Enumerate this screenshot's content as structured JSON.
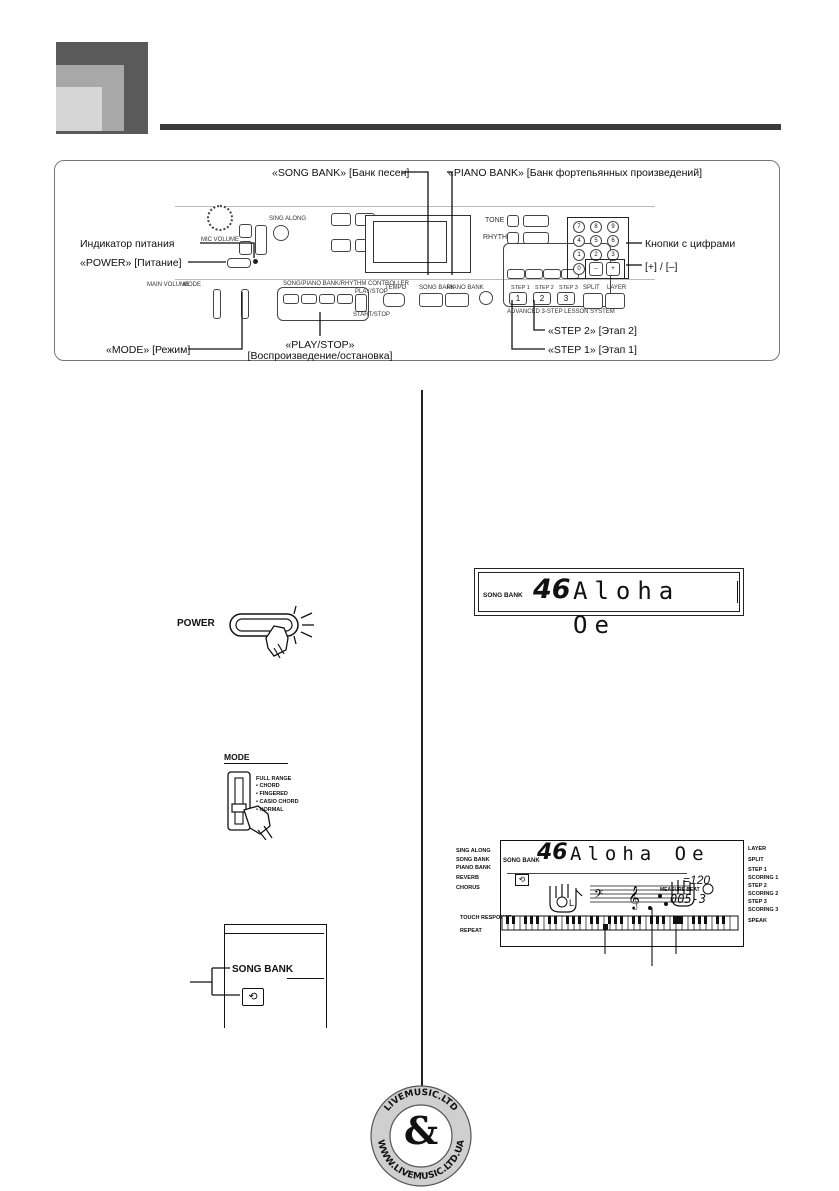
{
  "panel": {
    "callouts": {
      "song_bank": "«SONG BANK» [Банк песен]",
      "piano_bank": "«PIANO BANK» [Банк фортепьянных произведений]",
      "power_indicator": "Индикатор питания",
      "power": "«POWER» [Питание]",
      "number_buttons": "Кнопки с цифрами",
      "plus_minus": "[+] / [–]",
      "step2": "«STEP 2» [Этап 2]",
      "mode": "«MODE» [Режим]",
      "play_stop": "«PLAY/STOP»",
      "play_stop_sub": "[Воспроизведение/остановка]",
      "step1": "«STEP 1» [Этап 1]"
    },
    "keyboard_labels": {
      "mic_volume": "MIC VOLUME",
      "tone": "TONE",
      "rhythm": "RHYTHM",
      "split": "SPLIT",
      "layer": "LAYER",
      "song_bank": "SONG BANK",
      "piano_bank": "PIANO BANK",
      "main_volume": "MAIN VOLUME",
      "mode": "MODE",
      "tempo": "TEMPO",
      "sing_along": "SING ALONG",
      "play_stop": "PLAY/STOP",
      "start_stop": "START/STOP",
      "lesson_system": "ADVANCED 3-STEP LESSON SYSTEM",
      "controller": "SONG/PIANO BANK/RHYTHM CONTROLLER",
      "step1": "STEP 1",
      "step2": "STEP 2",
      "step3": "STEP 3",
      "keypad": [
        "7",
        "8",
        "9",
        "4",
        "5",
        "6",
        "1",
        "2",
        "3",
        "0",
        "–",
        "+"
      ],
      "step_numbers": [
        "1",
        "2",
        "3"
      ]
    }
  },
  "figures": {
    "power_label": "POWER",
    "mode_title": "MODE",
    "mode_options": [
      "FULL RANGE",
      "CHORD",
      "FINGERED",
      "CASIO CHORD",
      "NORMAL"
    ],
    "song_bank_label": "SONG BANK",
    "lcd_small": {
      "label": "SONG BANK",
      "number": "46",
      "text": "Aloha Oe"
    },
    "lcd_large": {
      "number": "46",
      "text": "Aloha Oe",
      "left_labels": [
        "SING ALONG",
        "SONG BANK",
        "PIANO BANK",
        "REVERB",
        "CHORUS"
      ],
      "song_bank": "SONG BANK",
      "touch_response": "TOUCH RESPONSE",
      "repeat": "REPEAT",
      "right_labels": [
        "LAYER",
        "SPLIT",
        "STEP 1",
        "SCORING 1",
        "STEP 2",
        "SCORING 2",
        "STEP 3",
        "SCORING 3"
      ],
      "speak": "SPEAK",
      "tempo_value": "120",
      "measure_label": "MEASURE BEAT",
      "measure_value": "005-3",
      "hand_letter": "L"
    },
    "logo": {
      "top_text": "LIVEMUSIC.LTD",
      "bottom_text": "WWW.LIVEMUSIC.LTD.UA"
    }
  },
  "colors": {
    "header_dark": "#5a5a5a",
    "header_mid": "#a8a8a8",
    "header_light": "#d6d6d6",
    "rule": "#3a3a3a"
  }
}
